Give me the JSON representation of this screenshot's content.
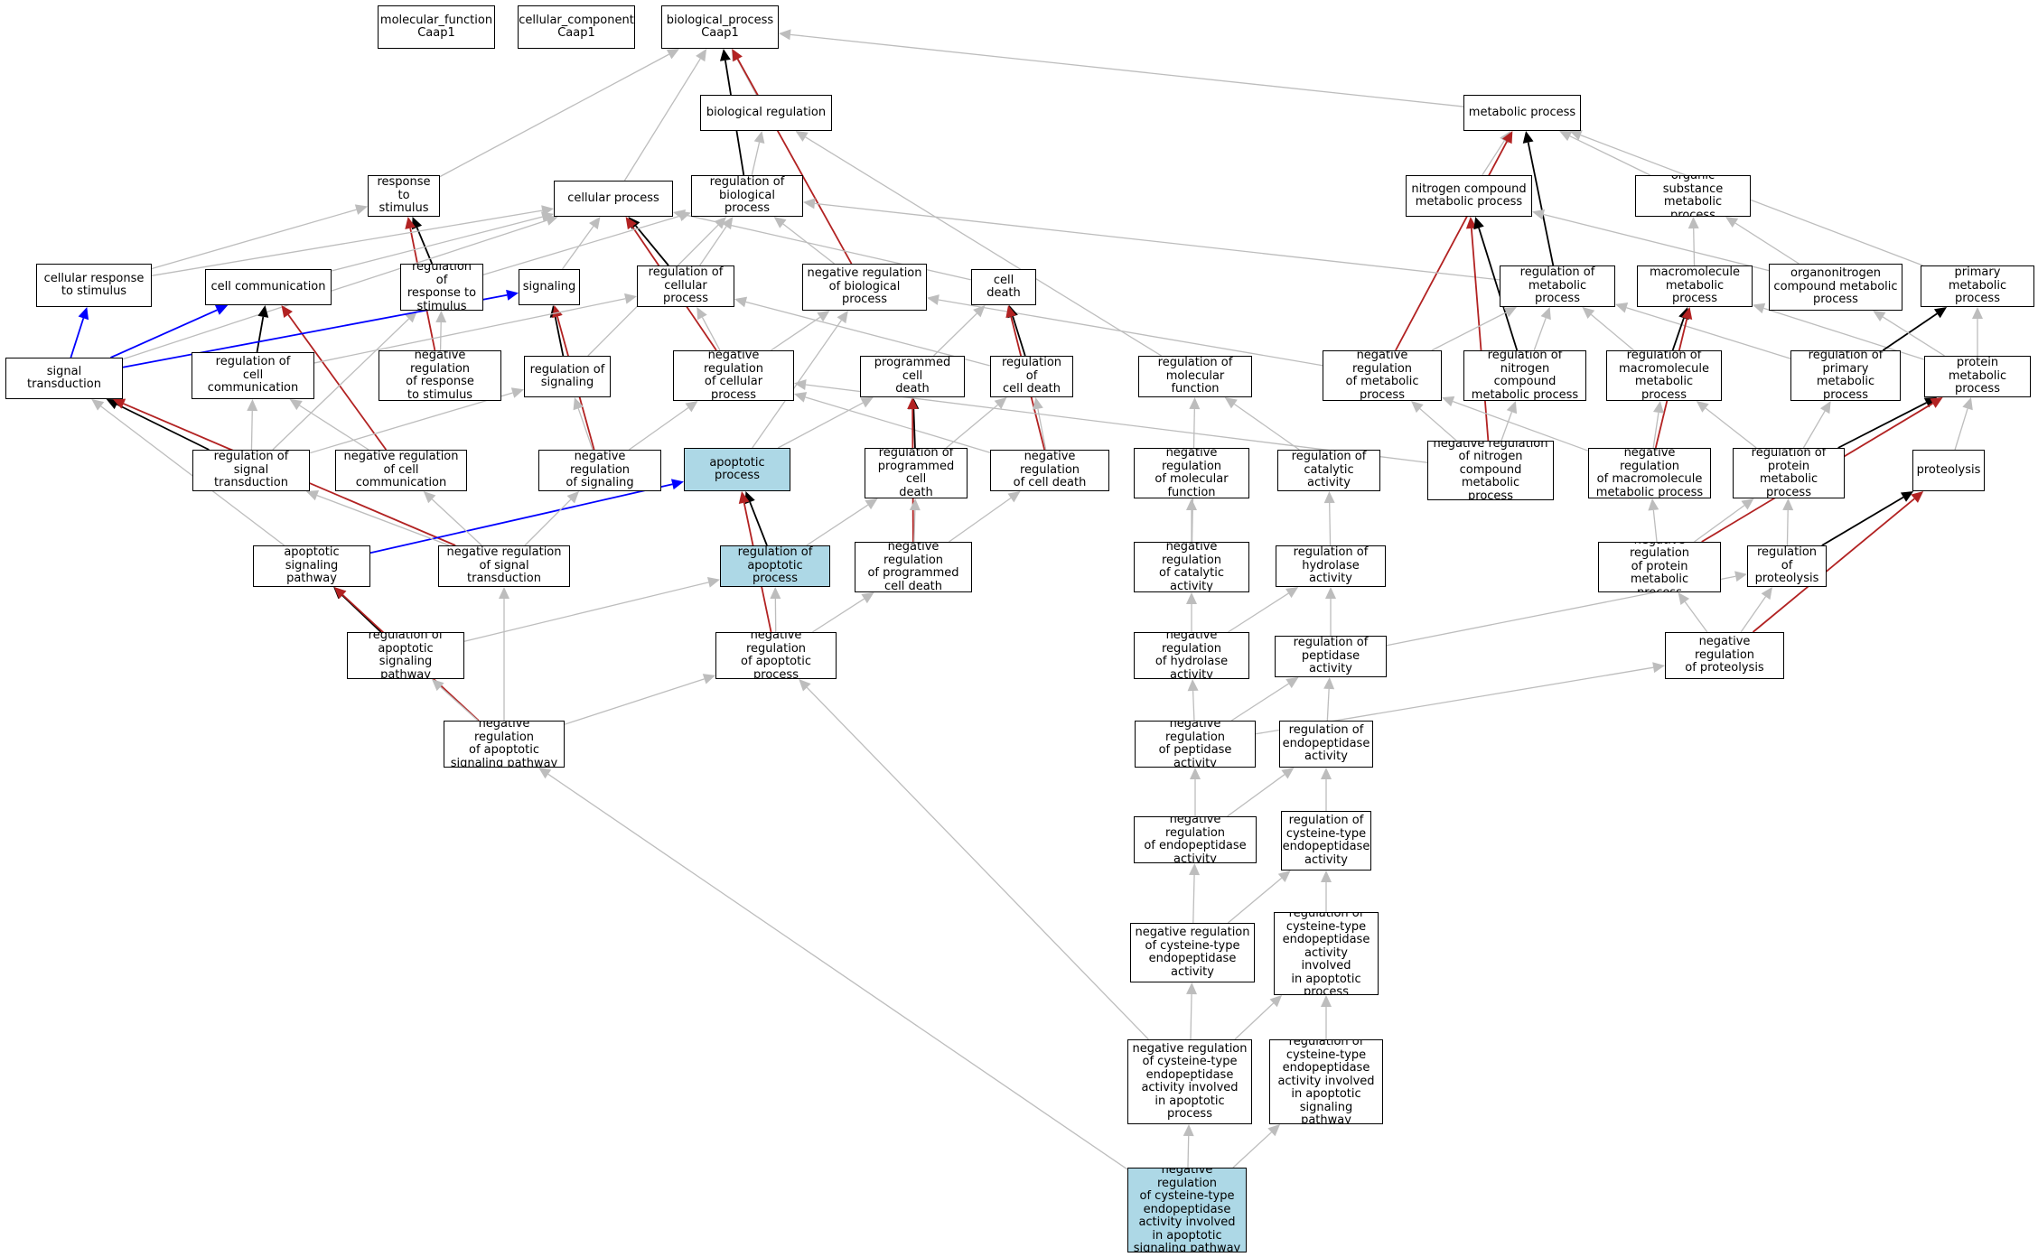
{
  "colors": {
    "gray": "#bdbdbd",
    "black": "#000000",
    "red": "#b22222",
    "blue": "#0000ff",
    "highlight": "#add8e6"
  },
  "nodes": {
    "mf": "molecular_function\nCaap1",
    "cc": "cellular_component\nCaap1",
    "bp": "biological_process\nCaap1",
    "biolreg": "biological regulation",
    "metab": "metabolic process",
    "resp": "response to\nstimulus",
    "cellproc": "cellular process",
    "regbio": "regulation of\nbiological process",
    "nitro": "nitrogen compound\nmetabolic process",
    "organic": "organic substance\nmetabolic process",
    "cellresp": "cellular response\nto stimulus",
    "cellcomm": "cell communication",
    "regresp": "regulation of\nresponse to\nstimulus",
    "signaling": "signaling",
    "regcell": "regulation of\ncellular process",
    "negbio": "negative regulation\nof biological\nprocess",
    "celldeath": "cell death",
    "regmetab": "regulation of\nmetabolic process",
    "macro": "macromolecule\nmetabolic process",
    "organonitro": "organonitrogen\ncompound metabolic\nprocess",
    "primary": "primary metabolic\nprocess",
    "sigtrans": "signal transduction",
    "regcellcomm": "regulation of\ncell communication",
    "negresp": "negative regulation\nof response\nto stimulus",
    "regsig": "regulation of\nsignaling",
    "negcell": "negative regulation\nof cellular\nprocess",
    "pcd": "programmed cell\ndeath",
    "regcelldeath": "regulation of\ncell death",
    "regmf": "regulation of\nmolecular function",
    "negmetab": "negative regulation\nof metabolic\nprocess",
    "regnitro": "regulation of\nnitrogen compound\nmetabolic process",
    "regmacro": "regulation of\nmacromolecule\nmetabolic process",
    "regprimary": "regulation of\nprimary metabolic\nprocess",
    "protmetab": "protein metabolic\nprocess",
    "regsigtrans": "regulation of\nsignal transduction",
    "negcellcomm": "negative regulation\nof cell communication",
    "negsig": "negative regulation\nof signaling",
    "apop": "apoptotic process",
    "regpcd": "regulation of\nprogrammed cell\ndeath",
    "negcelldeath": "negative regulation\nof cell death",
    "negmf": "negative regulation\nof molecular\nfunction",
    "regcat": "regulation of\ncatalytic activity",
    "negnitro": "negative regulation\nof nitrogen\ncompound metabolic\nprocess",
    "negmacro": "negative regulation\nof macromolecule\nmetabolic process",
    "regprot": "regulation of\nprotein metabolic\nprocess",
    "proteolysis": "proteolysis",
    "apopsig": "apoptotic signaling\npathway",
    "negsigtrans": "negative regulation\nof signal transduction",
    "regapop": "regulation of\napoptotic process",
    "negpcd": "negative regulation\nof programmed\ncell death",
    "negcat": "negative regulation\nof catalytic\nactivity",
    "reghydro": "regulation of\nhydrolase activity",
    "negprot": "negative regulation\nof protein metabolic\nprocess",
    "regproteo": "regulation of\nproteolysis",
    "regapopsig": "regulation of\napoptotic signaling\npathway",
    "negapop": "negative regulation\nof apoptotic\nprocess",
    "neghydro": "negative regulation\nof hydrolase\nactivity",
    "regpep": "regulation of\npeptidase activity",
    "negproteo": "negative regulation\nof proteolysis",
    "negapopsig": "negative regulation\nof apoptotic\nsignaling pathway",
    "negpep": "negative regulation\nof peptidase\nactivity",
    "regendo": "regulation of\nendopeptidase\nactivity",
    "negendo": "negative regulation\nof endopeptidase\nactivity",
    "regcys": "regulation of\ncysteine-type\nendopeptidase\nactivity",
    "negcys": "negative regulation\nof cysteine-type\nendopeptidase\nactivity",
    "regcysapop": "regulation of\ncysteine-type\nendopeptidase\nactivity involved\nin apoptotic\nprocess",
    "negcysapop": "negative regulation\nof cysteine-type\nendopeptidase\nactivity involved\nin apoptotic\nprocess",
    "regcysapopsig": "regulation of\ncysteine-type\nendopeptidase\nactivity involved\nin apoptotic\nsignaling pathway",
    "negcysapopsig": "negative regulation\nof cysteine-type\nendopeptidase\nactivity involved\nin apoptotic\nsignaling pathway"
  },
  "highlighted": [
    "apop",
    "regapop",
    "negcysapopsig"
  ],
  "edges": [
    [
      "biolreg",
      "bp",
      "gray"
    ],
    [
      "regbio",
      "bp",
      "black"
    ],
    [
      "negbio",
      "bp",
      "red"
    ],
    [
      "metab",
      "bp",
      "gray"
    ],
    [
      "resp",
      "bp",
      "gray"
    ],
    [
      "cellproc",
      "bp",
      "gray"
    ],
    [
      "regbio",
      "biolreg",
      "gray"
    ],
    [
      "regmf",
      "biolreg",
      "gray"
    ],
    [
      "nitro",
      "metab",
      "gray"
    ],
    [
      "organic",
      "metab",
      "gray"
    ],
    [
      "regmetab",
      "metab",
      "black"
    ],
    [
      "negmetab",
      "metab",
      "red"
    ],
    [
      "primary",
      "metab",
      "gray"
    ],
    [
      "cellresp",
      "resp",
      "gray"
    ],
    [
      "regresp",
      "resp",
      "black"
    ],
    [
      "negresp",
      "resp",
      "red"
    ],
    [
      "cellcomm",
      "cellproc",
      "gray"
    ],
    [
      "signaling",
      "cellproc",
      "gray"
    ],
    [
      "regcell",
      "cellproc",
      "black"
    ],
    [
      "negcell",
      "cellproc",
      "red"
    ],
    [
      "celldeath",
      "cellproc",
      "gray"
    ],
    [
      "cellresp",
      "cellproc",
      "gray"
    ],
    [
      "sigtrans",
      "cellproc",
      "gray"
    ],
    [
      "regcell",
      "regbio",
      "gray"
    ],
    [
      "regresp",
      "regbio",
      "gray"
    ],
    [
      "negbio",
      "regbio",
      "gray"
    ],
    [
      "regmetab",
      "regbio",
      "gray"
    ],
    [
      "regsig",
      "regbio",
      "gray"
    ],
    [
      "negnitro",
      "nitro",
      "red"
    ],
    [
      "regnitro",
      "nitro",
      "black"
    ],
    [
      "organonitro",
      "nitro",
      "gray"
    ],
    [
      "macro",
      "organic",
      "gray"
    ],
    [
      "organonitro",
      "organic",
      "gray"
    ],
    [
      "sigtrans",
      "cellresp",
      "blue"
    ],
    [
      "sigtrans",
      "cellcomm",
      "blue"
    ],
    [
      "regcellcomm",
      "cellcomm",
      "black"
    ],
    [
      "negcellcomm",
      "cellcomm",
      "red"
    ],
    [
      "negresp",
      "regresp",
      "gray"
    ],
    [
      "regsigtrans",
      "regresp",
      "gray"
    ],
    [
      "sigtrans",
      "signaling",
      "blue"
    ],
    [
      "regsig",
      "signaling",
      "black"
    ],
    [
      "negsig",
      "signaling",
      "red"
    ],
    [
      "negcell",
      "regcell",
      "gray"
    ],
    [
      "regcellcomm",
      "regcell",
      "gray"
    ],
    [
      "regcelldeath",
      "regcell",
      "gray"
    ],
    [
      "negcell",
      "negbio",
      "gray"
    ],
    [
      "negmetab",
      "negbio",
      "gray"
    ],
    [
      "apop",
      "negbio",
      "gray"
    ],
    [
      "pcd",
      "celldeath",
      "gray"
    ],
    [
      "regcelldeath",
      "celldeath",
      "black"
    ],
    [
      "negcelldeath",
      "celldeath",
      "red"
    ],
    [
      "negmetab",
      "regmetab",
      "gray"
    ],
    [
      "regnitro",
      "regmetab",
      "gray"
    ],
    [
      "regmacro",
      "regmetab",
      "gray"
    ],
    [
      "regprimary",
      "regmetab",
      "gray"
    ],
    [
      "regmacro",
      "macro",
      "black"
    ],
    [
      "negmacro",
      "macro",
      "red"
    ],
    [
      "protmetab",
      "macro",
      "gray"
    ],
    [
      "regprimary",
      "primary",
      "black"
    ],
    [
      "protmetab",
      "primary",
      "gray"
    ],
    [
      "protmetab",
      "organonitro",
      "gray"
    ],
    [
      "regsigtrans",
      "sigtrans",
      "black"
    ],
    [
      "negsigtrans",
      "sigtrans",
      "red"
    ],
    [
      "apopsig",
      "sigtrans",
      "gray"
    ],
    [
      "regsigtrans",
      "regcellcomm",
      "gray"
    ],
    [
      "negcellcomm",
      "regcellcomm",
      "gray"
    ],
    [
      "regsigtrans",
      "regsig",
      "gray"
    ],
    [
      "negsig",
      "regsig",
      "gray"
    ],
    [
      "negcelldeath",
      "negcell",
      "gray"
    ],
    [
      "negsig",
      "negcell",
      "gray"
    ],
    [
      "regpcd",
      "pcd",
      "black"
    ],
    [
      "negpcd",
      "pcd",
      "red"
    ],
    [
      "apop",
      "pcd",
      "gray"
    ],
    [
      "regpcd",
      "regcelldeath",
      "gray"
    ],
    [
      "negcelldeath",
      "regcelldeath",
      "gray"
    ],
    [
      "negcat",
      "regmf",
      "gray"
    ],
    [
      "regcat",
      "regmf",
      "gray"
    ],
    [
      "negnitro",
      "negmetab",
      "gray"
    ],
    [
      "negmacro",
      "negmetab",
      "gray"
    ],
    [
      "negnitro",
      "regnitro",
      "gray"
    ],
    [
      "negmacro",
      "regmacro",
      "gray"
    ],
    [
      "regprot",
      "regmacro",
      "gray"
    ],
    [
      "regprot",
      "regprimary",
      "gray"
    ],
    [
      "regprot",
      "protmetab",
      "black"
    ],
    [
      "negprot",
      "protmetab",
      "red"
    ],
    [
      "proteolysis",
      "protmetab",
      "gray"
    ],
    [
      "regapopsig",
      "apopsig",
      "black"
    ],
    [
      "negapopsig",
      "apopsig",
      "red"
    ],
    [
      "apopsig",
      "apop",
      "blue"
    ],
    [
      "regapop",
      "apop",
      "black"
    ],
    [
      "negapop",
      "apop",
      "red"
    ],
    [
      "regapop",
      "regpcd",
      "gray"
    ],
    [
      "negpcd",
      "regpcd",
      "gray"
    ],
    [
      "negpcd",
      "negcelldeath",
      "gray"
    ],
    [
      "negnitro",
      "negcell",
      "gray"
    ],
    [
      "negcat",
      "negmf",
      "gray"
    ],
    [
      "reghydro",
      "regcat",
      "gray"
    ],
    [
      "negprot",
      "negmacro",
      "gray"
    ],
    [
      "negprot",
      "regprot",
      "gray"
    ],
    [
      "regproteo",
      "regprot",
      "gray"
    ],
    [
      "regproteo",
      "proteolysis",
      "black"
    ],
    [
      "negproteo",
      "proteolysis",
      "red"
    ],
    [
      "negsigtrans",
      "negcellcomm",
      "gray"
    ],
    [
      "negsigtrans",
      "regsigtrans",
      "gray"
    ],
    [
      "negsigtrans",
      "negsig",
      "gray"
    ],
    [
      "regapopsig",
      "regapop",
      "gray"
    ],
    [
      "negapop",
      "regapop",
      "gray"
    ],
    [
      "negapop",
      "negpcd",
      "gray"
    ],
    [
      "neghydro",
      "negcat",
      "gray"
    ],
    [
      "neghydro",
      "reghydro",
      "gray"
    ],
    [
      "regpep",
      "reghydro",
      "gray"
    ],
    [
      "negproteo",
      "negprot",
      "gray"
    ],
    [
      "negproteo",
      "regproteo",
      "gray"
    ],
    [
      "regpep",
      "regproteo",
      "gray"
    ],
    [
      "negapopsig",
      "regapopsig",
      "gray"
    ],
    [
      "negapopsig",
      "negapop",
      "gray"
    ],
    [
      "negapopsig",
      "negsigtrans",
      "gray"
    ],
    [
      "negpep",
      "neghydro",
      "gray"
    ],
    [
      "negpep",
      "regpep",
      "gray"
    ],
    [
      "negpep",
      "negproteo",
      "gray"
    ],
    [
      "regendo",
      "regpep",
      "gray"
    ],
    [
      "negendo",
      "negpep",
      "gray"
    ],
    [
      "negendo",
      "regendo",
      "gray"
    ],
    [
      "regcys",
      "regendo",
      "gray"
    ],
    [
      "negcys",
      "negendo",
      "gray"
    ],
    [
      "negcys",
      "regcys",
      "gray"
    ],
    [
      "regcysapop",
      "regcys",
      "gray"
    ],
    [
      "negcysapop",
      "negcys",
      "gray"
    ],
    [
      "negcysapop",
      "regcysapop",
      "gray"
    ],
    [
      "negcysapop",
      "negapop",
      "gray"
    ],
    [
      "regcysapopsig",
      "regcysapop",
      "gray"
    ],
    [
      "negcysapopsig",
      "negcysapop",
      "gray"
    ],
    [
      "negcysapopsig",
      "regcysapopsig",
      "gray"
    ],
    [
      "negcysapopsig",
      "negapopsig",
      "gray"
    ]
  ]
}
